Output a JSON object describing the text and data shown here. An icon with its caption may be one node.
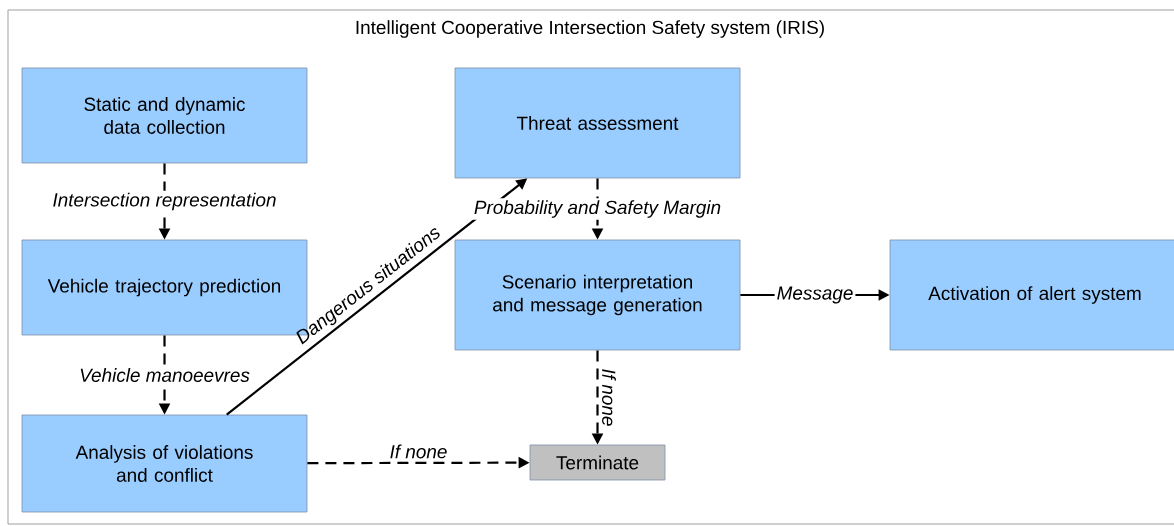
{
  "diagram": {
    "nodes": [
      {
        "text": [
          "Intelligent Cooperative Intersection Safety system (IRIS)"
        ]
      },
      {
        "text": [
          "Static and dynamic data collection"
        ],
        "in": 0
      },
      {
        "text": [
          "Vehicle trajectory prediction"
        ],
        "in": 0
      },
      {
        "text": [
          "Analysis of violations and conflict"
        ],
        "in": 0
      },
      {
        "text": [
          "Threat assessment"
        ],
        "in": 0
      },
      {
        "text": [
          "Scenario interpretation and message generation"
        ],
        "in": 0
      },
      {
        "text": [
          "Activation of alert system"
        ],
        "in": 0
      },
      {
        "text": [
          "Terminate"
        ],
        "in": 0
      }
    ],
    "edges": [
      {
        "from": 1,
        "to": 2,
        "arrow": "to",
        "style": "dashed",
        "label": "Intersection representation"
      },
      {
        "from": 2,
        "to": 3,
        "arrow": "to",
        "style": "dashed",
        "label": "Vehicle manoeevres"
      },
      {
        "from": 3,
        "to": 4,
        "arrow": "to",
        "label": "Dangerous situations"
      },
      {
        "from": 4,
        "to": 5,
        "arrow": "to",
        "style": "dashed",
        "label": "Probability and Safety Margin"
      },
      {
        "from": 5,
        "to": 6,
        "arrow": "to",
        "label": "Message"
      },
      {
        "from": 5,
        "to": 7,
        "arrow": "to",
        "style": "dashed",
        "label": "If none"
      },
      {
        "from": 3,
        "to": 7,
        "arrow": "to",
        "style": "dashed",
        "label": "If none"
      }
    ]
  }
}
